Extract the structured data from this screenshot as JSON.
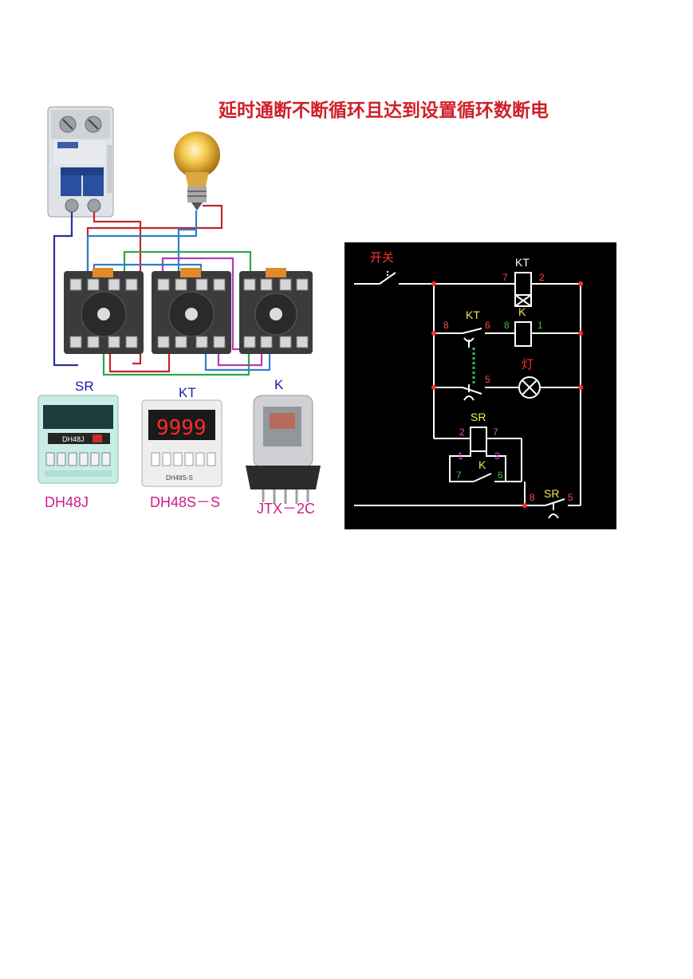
{
  "page_title": "延时通断不断循环且达到设置循环数断电",
  "devices": {
    "sr_label": "SR",
    "kt_label": "KT",
    "k_label": "K",
    "sr_model": "DH48J",
    "kt_model": "DH48S－S",
    "k_model": "JTX－2C",
    "kt_display": "9999",
    "sr_face_label": "DH48J",
    "kt_face_label": "DH48S-S"
  },
  "schematic": {
    "switch_label": "开关",
    "kt_coil_label": "KT",
    "kt_coil_pin_left": "7",
    "kt_coil_pin_right": "2",
    "kt_contact_label": "KT",
    "kt_contact_pin_left": "8",
    "kt_contact_pin_right": "6",
    "k_coil_label": "K",
    "k_coil_pin_left": "8",
    "k_coil_pin_right": "1",
    "lamp_label": "灯",
    "lamp_pin": "5",
    "sr_coil_label": "SR",
    "sr_coil_pin_left": "2",
    "sr_coil_pin_right": "7",
    "k_contact_label": "K",
    "k_contact_pin_tl": "1",
    "k_contact_pin_tr": "3",
    "k_contact_pin_bl": "7",
    "k_contact_pin_br": "6",
    "sr_contact_label": "SR",
    "sr_contact_pin_left": "8",
    "sr_contact_pin_right": "5"
  },
  "colors": {
    "title_red": "#d0202a",
    "label_blue": "#1a1aa8",
    "model_magenta": "#d01c8b",
    "wire_red": "#c0282a",
    "wire_blue": "#2c7fd0",
    "wire_navy": "#2b2f9c",
    "wire_green": "#2aa84a",
    "wire_magenta": "#b43ab6",
    "pin_red": "#ff4a4a",
    "pin_green": "#36c24a",
    "pin_magenta": "#e04ae0",
    "schem_yellow": "#f2e84a"
  }
}
